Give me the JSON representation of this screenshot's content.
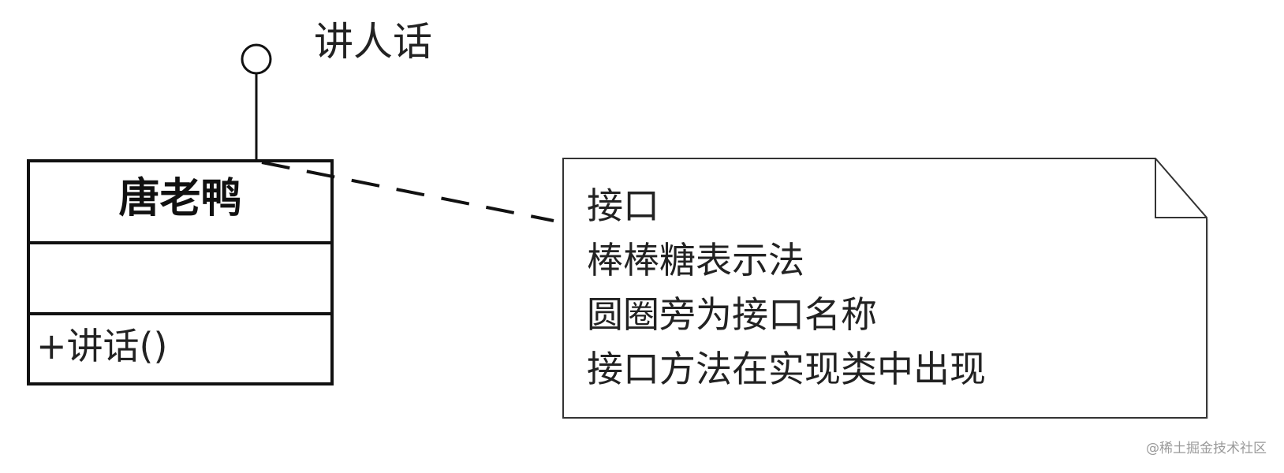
{
  "diagram": {
    "type": "UML class diagram - interface lollipop notation",
    "interface": {
      "name": "讲人话",
      "notation": "lollipop"
    },
    "class": {
      "name": "唐老鸭",
      "attributes": [],
      "operations": [
        "+讲话()"
      ]
    },
    "note": {
      "lines": [
        "接口",
        "棒棒糖表示法",
        "圆圈旁为接口名称",
        "接口方法在实现类中出现"
      ]
    },
    "connector": {
      "from": "class",
      "to": "note",
      "style": "dashed"
    },
    "colors": {
      "stroke": "#111111",
      "background": "#ffffff",
      "watermark": "#9a9a9a"
    }
  },
  "watermark": "@稀土掘金技术社区"
}
